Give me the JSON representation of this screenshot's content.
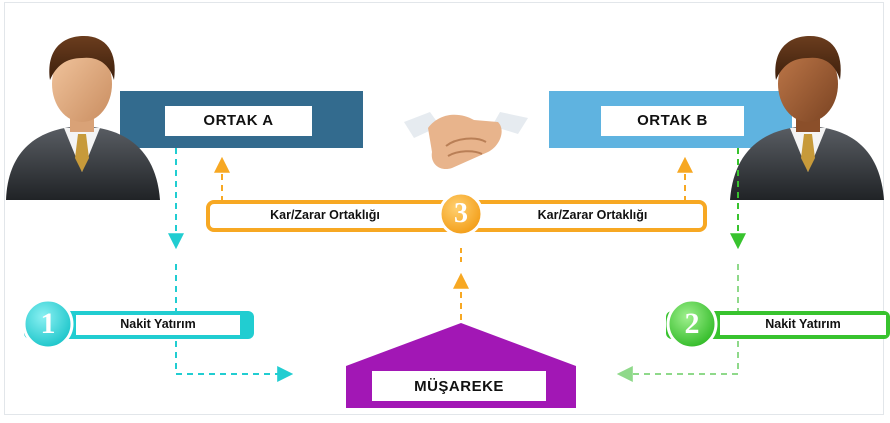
{
  "partner_a": {
    "label": "ORTAK A"
  },
  "partner_b": {
    "label": "ORTAK B"
  },
  "profit_loss": {
    "number": "3",
    "left_label": "Kar/Zarar Ortaklığı",
    "right_label": "Kar/Zarar Ortaklığı"
  },
  "investment_a": {
    "number": "1",
    "label": "Nakit Yatırım"
  },
  "investment_b": {
    "number": "2",
    "label": "Nakit Yatırım"
  },
  "musareke": {
    "label": "MÜŞAREKE"
  },
  "colors": {
    "partner_a_bar": "#336b8e",
    "partner_b_bar": "#5fb3e0",
    "profit_orange": "#f7a823",
    "cyan": "#21cdd1",
    "green": "#38c32e",
    "purple": "#a217b5"
  },
  "icons": [
    "businessman-icon",
    "businessman-icon",
    "handshake-icon"
  ]
}
